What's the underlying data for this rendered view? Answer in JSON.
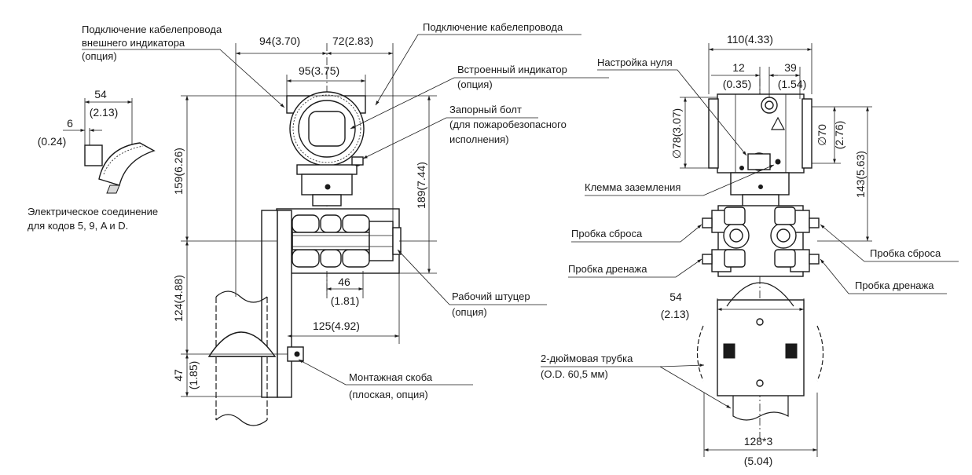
{
  "left_view": {
    "conduit_ext_indicator": [
      "Подключение кабелепровода",
      "внешнего индикатора",
      "(опция)"
    ],
    "dim_94": "94(3.70)",
    "dim_72": "72(2.83)",
    "conduit": "Подключение кабелепровода",
    "dim_95": "95(3.75)",
    "builtin_indicator": [
      "Встроенный индикатор",
      "(опция)"
    ],
    "lock_bolt": [
      "Запорный болт",
      "(для пожаробезопасного",
      "исполнения)"
    ],
    "detail_dim_54": [
      "54",
      "(2.13)"
    ],
    "detail_dim_6": [
      "6",
      "(0.24)"
    ],
    "electrical_note": [
      "Электрическое соединение",
      "для кодов 5, 9, A и D."
    ],
    "dim_159": "159(6.26)",
    "dim_189": "189(7.44)",
    "dim_124": "124(4.88)",
    "dim_46": [
      "46",
      "(1.81)"
    ],
    "dim_125": "125(4.92)",
    "dim_47": [
      "47",
      "(1.85)"
    ],
    "process_connector": [
      "Рабочий штуцер",
      "(опция)"
    ],
    "mounting_bracket": [
      "Монтажная скоба",
      "(плоская, опция)"
    ]
  },
  "right_view": {
    "dim_110": "110(4.33)",
    "zero_adjust": "Настройка нуля",
    "dim_12": [
      "12",
      "(0.35)"
    ],
    "dim_39": [
      "39",
      "(1.54)"
    ],
    "dim_78": "∅78(3.07)",
    "dim_70": "∅70",
    "dim_70_in": "(2.76)",
    "dim_143": "143(5.63)",
    "ground_terminal": "Клемма заземления",
    "vent_plug_left": "Пробка сброса",
    "vent_plug_right": "Пробка сброса",
    "drain_plug_left": "Пробка дренажа",
    "drain_plug_right": "Пробка дренажа",
    "dim_54": [
      "54",
      "(2.13)"
    ],
    "pipe": [
      "2-дюймовая трубка",
      "(O.D. 60,5 мм)"
    ],
    "dim_128": [
      "128*3",
      "(5.04)"
    ]
  }
}
